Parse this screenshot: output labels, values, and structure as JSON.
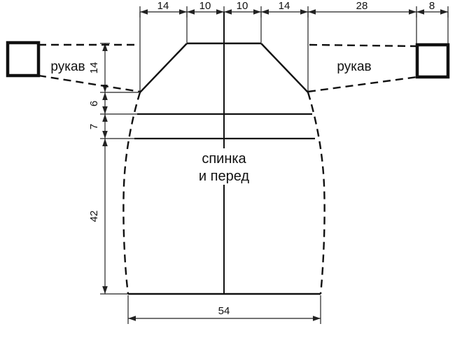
{
  "diagram": {
    "sleeve_left": "рукав",
    "sleeve_right": "рукав",
    "body_label_1": "спинка",
    "body_label_2": "и перед",
    "top_dims": [
      "14",
      "10",
      "10",
      "14",
      "28",
      "8"
    ],
    "left_dims": [
      "14",
      "6",
      "7",
      "42"
    ],
    "bottom_dim": "54"
  }
}
